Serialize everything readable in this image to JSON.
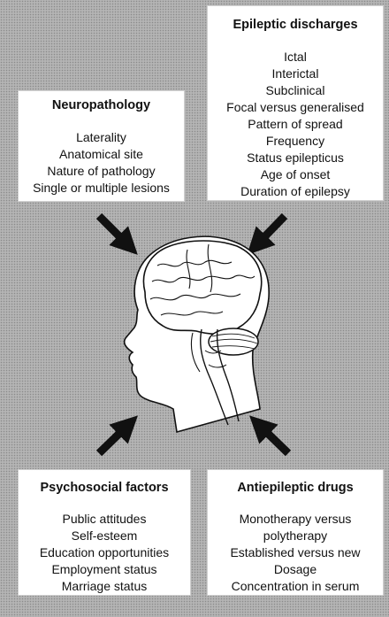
{
  "epileptic_discharges": {
    "title": "Epileptic discharges",
    "items": [
      "Ictal",
      "Interictal",
      "Subclinical",
      "Focal versus generalised",
      "Pattern of spread",
      "Frequency",
      "Status epilepticus",
      "Age of onset",
      "Duration of epilepsy"
    ]
  },
  "neuropathology": {
    "title": "Neuropathology",
    "items": [
      "Laterality",
      "Anatomical site",
      "Nature of pathology",
      "Single or multiple lesions"
    ]
  },
  "psychosocial_factors": {
    "title": "Psychosocial factors",
    "items": [
      "Public attitudes",
      "Self-esteem",
      "Education opportunities",
      "Employment status",
      "Marriage status"
    ]
  },
  "antiepileptic_drugs": {
    "title": "Antiepileptic drugs",
    "items": [
      "Monotherapy versus",
      "polytherapy",
      "Established versus new",
      "Dosage",
      "Concentration in serum"
    ]
  },
  "colors": {
    "background": "#b4b4b4",
    "box": "#ffffff",
    "ink": "#111111"
  }
}
